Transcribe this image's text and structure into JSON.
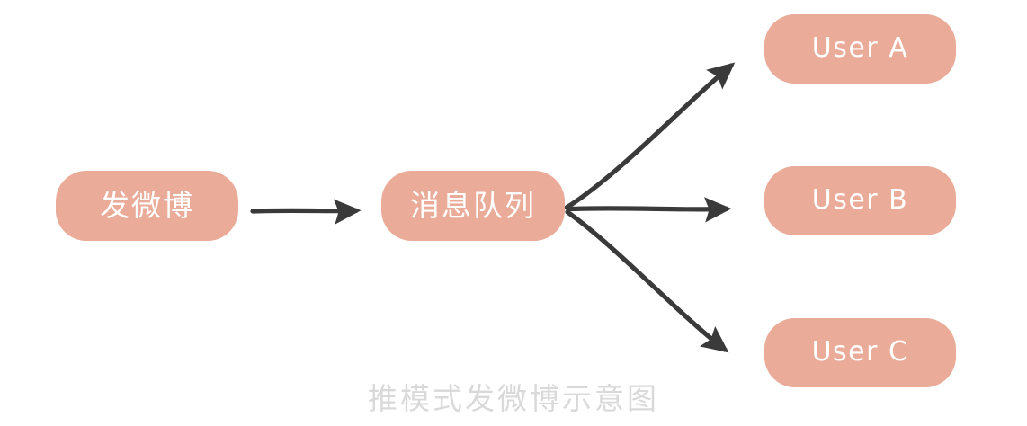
{
  "diagram": {
    "caption": "推模式发微博示意图",
    "background_color": "#ffffff",
    "node_fill_color": "#eaab99",
    "node_text_color": "#ffffff",
    "arrow_color": "#3a3a3a",
    "caption_color": "#d9d9d9",
    "nodes": [
      {
        "id": "source",
        "label": "发微博",
        "kind": "rounded-rect"
      },
      {
        "id": "queue",
        "label": "消息队列",
        "kind": "rounded-rect"
      },
      {
        "id": "user_a",
        "label": "User A",
        "kind": "rounded-rect"
      },
      {
        "id": "user_b",
        "label": "User B",
        "kind": "rounded-rect"
      },
      {
        "id": "user_c",
        "label": "User C",
        "kind": "rounded-rect"
      }
    ],
    "edges": [
      {
        "id": "edge-source-queue",
        "from": "source",
        "to": "queue",
        "style": "solid-arrow"
      },
      {
        "id": "edge-queue-user-a",
        "from": "queue",
        "to": "user_a",
        "style": "solid-arrow"
      },
      {
        "id": "edge-queue-user-b",
        "from": "queue",
        "to": "user_b",
        "style": "solid-arrow"
      },
      {
        "id": "edge-queue-user-c",
        "from": "queue",
        "to": "user_c",
        "style": "solid-arrow"
      }
    ]
  }
}
